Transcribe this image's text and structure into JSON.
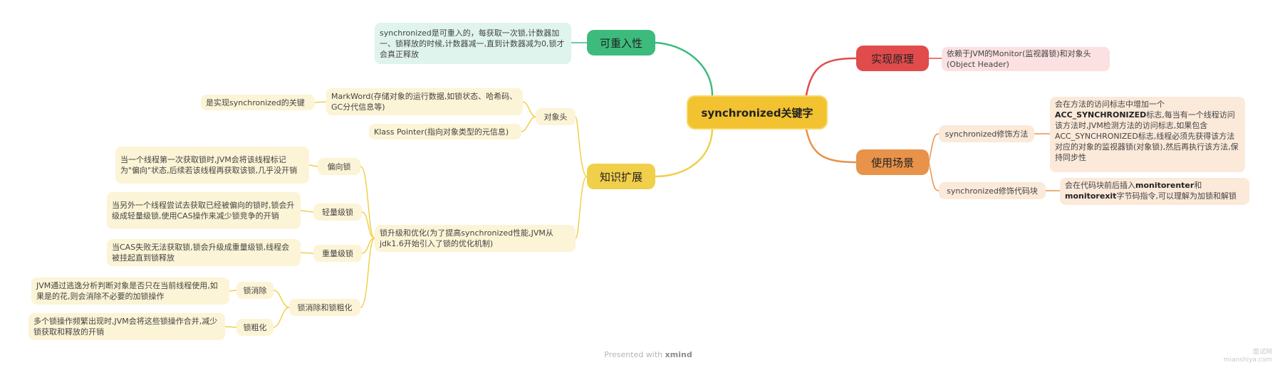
{
  "colors": {
    "root": "#f2c230",
    "green": "#3dbb7d",
    "red": "#e14b4b",
    "orange": "#e8924a",
    "yellow": "#f0cf4a"
  },
  "root": {
    "label": "synchronized关键字"
  },
  "reentrant": {
    "label": "可重入性",
    "desc": "synchronized是可重入的，每获取一次锁,计数器加一、锁释放的时候,计数器减一,直到计数器减为0,锁才会真正释放"
  },
  "principle": {
    "label": "实现原理",
    "desc": "依赖于JVM的Monitor(监视器锁)和对象头(Object Header)"
  },
  "usage": {
    "label": "使用场景",
    "method": {
      "label": "synchronized修饰方法",
      "desc_pre": "会在方法的访问标志中增加一个",
      "desc_bold": "ACC_SYNCHRONIZED",
      "desc_post": "标志,每当有一个线程访问该方法时,JVM检测方法的访问标志,如果包含ACC_SYNCHRONIZED标志,线程必须先获得该方法对应的对象的监视器锁(对象锁),然后再执行该方法,保持同步性"
    },
    "block": {
      "label": "synchronized修饰代码块",
      "desc_pre": "会在代码块前后插入",
      "desc_bold1": "monitorenter",
      "desc_mid": "和",
      "desc_bold2": "monitorexit",
      "desc_post": "字节码指令,可以理解为加锁和解锁"
    }
  },
  "ext": {
    "label": "知识扩展",
    "header": {
      "label": "对象头",
      "markword": "MarkWord(存储对象的运行数据,如锁状态、哈希码、GC分代信息等)",
      "markword_note": "是实现synchronized的关键",
      "klass": "Klass Pointer(指向对象类型的元信息)"
    },
    "upgrade": {
      "label": "锁升级和优化(为了提高synchronized性能,JVM从jdk1.6开始引入了锁的优化机制)",
      "biased": {
        "label": "偏向锁",
        "desc": "当一个线程第一次获取锁时,JVM会将该线程标记为\"偏向\"状态,后续若该线程再获取该锁,几乎没开销"
      },
      "light": {
        "label": "轻量级锁",
        "desc": "当另外一个线程尝试去获取已经被偏向的锁时,锁会升级成轻量级锁,使用CAS操作来减少锁竞争的开销"
      },
      "heavy": {
        "label": "重量级锁",
        "desc": "当CAS失败无法获取锁,锁会升级成重量级锁,线程会被挂起直到锁释放"
      },
      "elim": {
        "label": "锁消除和锁粗化",
        "eliminate": {
          "label": "锁消除",
          "desc": "JVM通过逃逸分析判断对象是否只在当前线程使用,如果是的花,则会消除不必要的加锁操作"
        },
        "coarsen": {
          "label": "锁粗化",
          "desc": "多个锁操作频繁出现时,JVM会将这些锁操作合并,减少锁获取和释放的开销"
        }
      }
    }
  },
  "footer": {
    "prefix": "Presented with",
    "brand": "xmind"
  },
  "watermark": {
    "line1": "面试网",
    "line2": "mianshiya.com"
  }
}
